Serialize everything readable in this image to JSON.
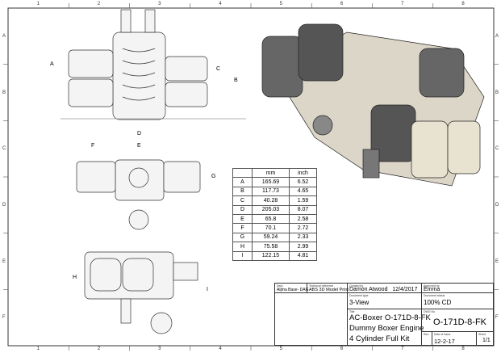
{
  "border": {
    "columns": [
      "1",
      "2",
      "3",
      "4",
      "5",
      "6",
      "7",
      "8"
    ],
    "rows": [
      "A",
      "B",
      "C",
      "D",
      "E",
      "F"
    ]
  },
  "dimension_labels": [
    "A",
    "B",
    "C",
    "D",
    "E",
    "F",
    "G",
    "H",
    "I"
  ],
  "dimension_table": {
    "headers": [
      "",
      "mm",
      "inch"
    ],
    "rows": [
      [
        "A",
        "165.69",
        "6.52"
      ],
      [
        "B",
        "117.73",
        "4.65"
      ],
      [
        "C",
        "40.28",
        "1.59"
      ],
      [
        "D",
        "205.03",
        "8.07"
      ],
      [
        "E",
        "65.8",
        "2.58"
      ],
      [
        "F",
        "70.1",
        "2.72"
      ],
      [
        "G",
        "59.24",
        "2.33"
      ],
      [
        "H",
        "75.58",
        "2.99"
      ],
      [
        "I",
        "122.15",
        "4.81"
      ]
    ]
  },
  "title_block": {
    "dept_label": "Dept.",
    "dept": "Alpha Base- DAG",
    "tech_ref_label": "Technical reference",
    "tech_ref": "ABS 3D Model Print",
    "created_by_label": "Created by",
    "created_by": "Damon Atwood",
    "created_date": "12/4/2017",
    "approved_by_label": "Approved by",
    "approved_by": "Emma",
    "doc_type_label": "Document type",
    "doc_type": "3-View",
    "doc_status_label": "Document status",
    "doc_status": "100% CD",
    "title_label": "Title",
    "title_lines": [
      "AC-Boxer O-171D-8-FK",
      "Dummy Boxer Engine",
      "4 Cylinder Full Kit"
    ],
    "dwg_no_label": "DWG No.",
    "dwg_no": "O-171D-8-FK",
    "rev_label": "Rev.",
    "date_label": "Date of issue",
    "date": "12-2-17",
    "sheet_label": "Sheet",
    "sheet": "1/1"
  }
}
